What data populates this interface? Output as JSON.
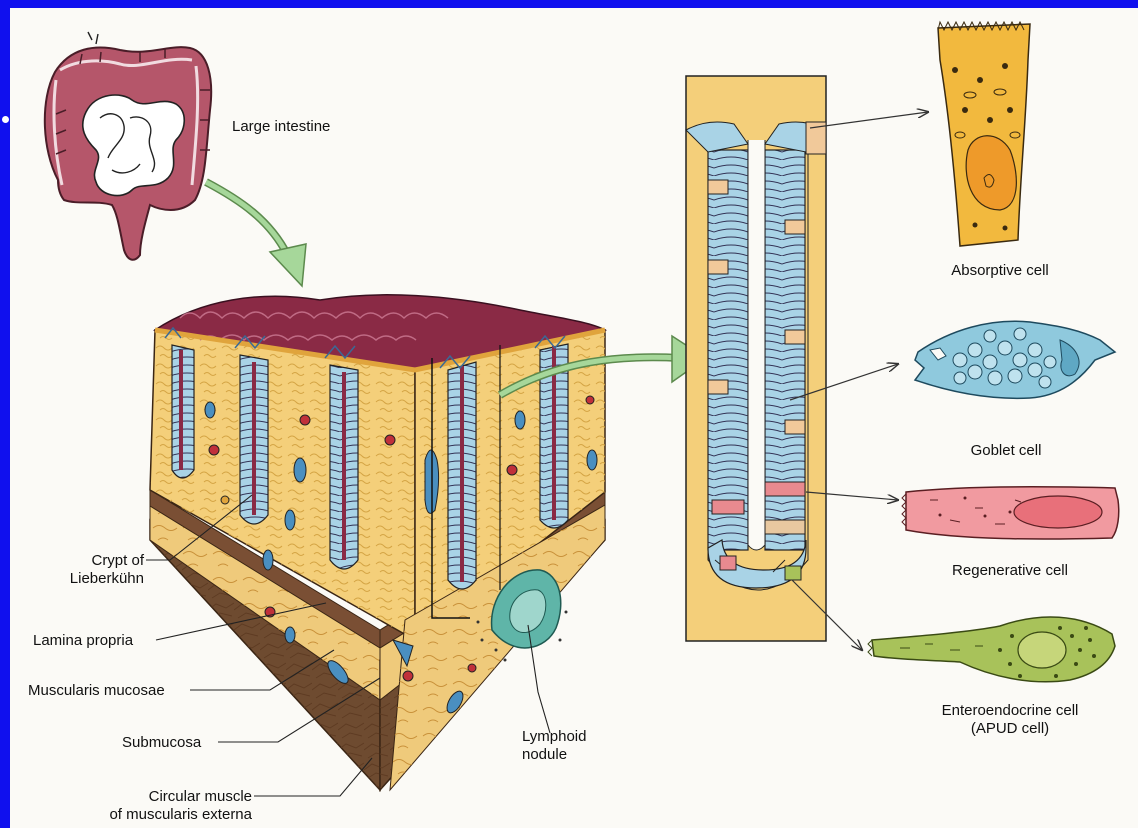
{
  "labels": {
    "large_intestine": "Large intestine",
    "crypt_line1": "Crypt of",
    "crypt_line2": "Lieberkühn",
    "lamina_propria": "Lamina propria",
    "muscularis_mucosae": "Muscularis mucosae",
    "submucosa": "Submucosa",
    "circular_line1": "Circular muscle",
    "circular_line2": "of muscularis externa",
    "lymphoid_line1": "Lymphoid",
    "lymphoid_line2": "nodule",
    "absorptive": "Absorptive cell",
    "goblet": "Goblet cell",
    "regenerative": "Regenerative cell",
    "entero_line1": "Enteroendocrine cell",
    "entero_line2": "(APUD cell)"
  },
  "colors": {
    "frame": "#1010ee",
    "background": "#fbfaf6",
    "intestine": "#b5566a",
    "small_intestine": "#ffffff",
    "tissue": "#f4cf7a",
    "mucosa_top": "#8a2a45",
    "crypt_cell_blue": "#a9d3e6",
    "crypt_cell_tan": "#f1c99a",
    "arrow_green": "#a6d79a",
    "absorptive_cell": "#f2b93e",
    "goblet_cell": "#8fc9dd",
    "regenerative_cell": "#f19aa0",
    "enteroendocrine_cell": "#a8c25a",
    "lymphoid_nodule": "#5fb5a8"
  }
}
